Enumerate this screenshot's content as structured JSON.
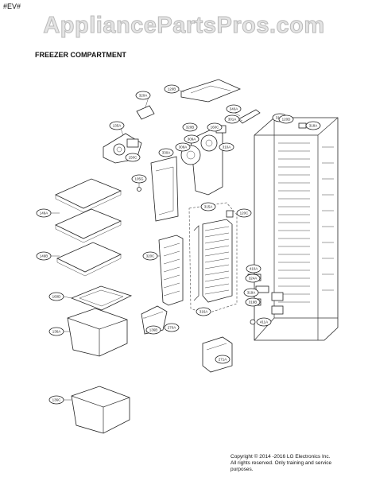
{
  "page": {
    "revision_mark": "#EV#",
    "watermark": "AppliancePartsPros.com",
    "section_title": "FREEZER COMPARTMENT",
    "copyright_line1": "Copyright © 2014 -2016 LG Electronics Inc.",
    "copyright_line2": "All rights reserved. Only training and service",
    "copyright_line3": "purposes."
  },
  "callouts": [
    {
      "id": "c-120",
      "text": "120B"
    },
    {
      "id": "c-320a",
      "text": "320A"
    },
    {
      "id": "c-135",
      "text": "135A"
    },
    {
      "id": "c-340",
      "text": "340A"
    },
    {
      "id": "c-301",
      "text": "301A"
    },
    {
      "id": "c-314",
      "text": "314A"
    },
    {
      "id": "c-318",
      "text": "318A"
    },
    {
      "id": "c-150",
      "text": "150C"
    },
    {
      "id": "c-320b",
      "text": "320B"
    },
    {
      "id": "c-330",
      "text": "330A"
    },
    {
      "id": "c-309",
      "text": "309A"
    },
    {
      "id": "c-308",
      "text": "308A"
    },
    {
      "id": "c-310",
      "text": "310A"
    },
    {
      "id": "c-160",
      "text": "160C"
    },
    {
      "id": "c-105",
      "text": "105G"
    },
    {
      "id": "c-149a",
      "text": "149A"
    },
    {
      "id": "c-149b",
      "text": "149B"
    },
    {
      "id": "c-160d",
      "text": "160D"
    },
    {
      "id": "c-136a",
      "text": "136A"
    },
    {
      "id": "c-136b",
      "text": "136B"
    },
    {
      "id": "c-136c",
      "text": "136C"
    },
    {
      "id": "c-320c",
      "text": "320C"
    },
    {
      "id": "c-315",
      "text": "315A"
    },
    {
      "id": "c-316",
      "text": "316A"
    },
    {
      "id": "c-410",
      "text": "410A"
    },
    {
      "id": "c-411",
      "text": "411A"
    },
    {
      "id": "c-319",
      "text": "319A"
    },
    {
      "id": "c-120c",
      "text": "120C"
    },
    {
      "id": "c-270",
      "text": "270A"
    },
    {
      "id": "c-271",
      "text": "271A"
    },
    {
      "id": "c-120d",
      "text": "120D"
    },
    {
      "id": "c-324",
      "text": "324A"
    },
    {
      "id": "c-319b",
      "text": "319B"
    }
  ]
}
